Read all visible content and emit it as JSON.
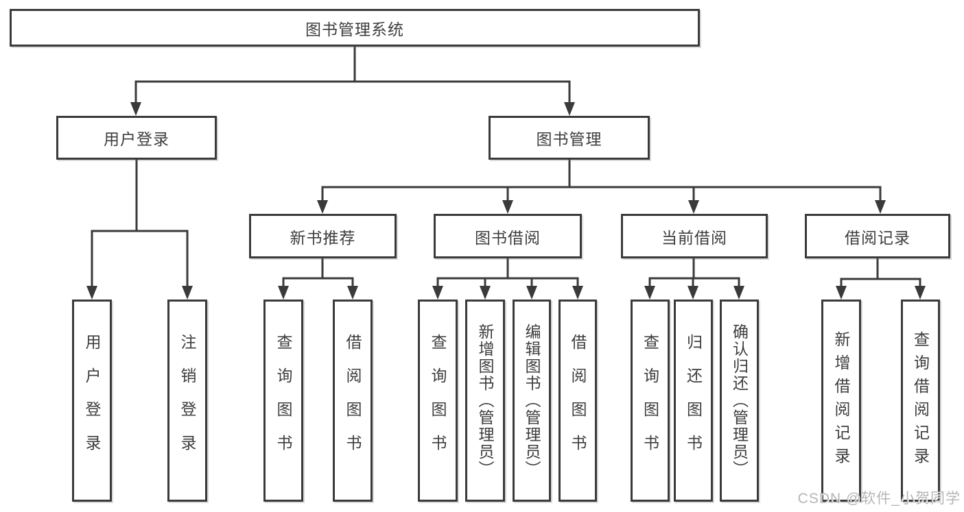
{
  "tree": {
    "label": "图书管理系统",
    "children": [
      {
        "label": "用户登录",
        "children": [
          {
            "label": "用户登录"
          },
          {
            "label": "注销登录"
          }
        ]
      },
      {
        "label": "图书管理",
        "children": [
          {
            "label": "新书推荐",
            "children": [
              {
                "label": "查询图书"
              },
              {
                "label": "借阅图书"
              }
            ]
          },
          {
            "label": "图书借阅",
            "children": [
              {
                "label": "查询图书"
              },
              {
                "label": "新增图书（管理员）"
              },
              {
                "label": "编辑图书（管理员）"
              },
              {
                "label": "借阅图书"
              }
            ]
          },
          {
            "label": "当前借阅",
            "children": [
              {
                "label": "查询图书"
              },
              {
                "label": "归还图书"
              },
              {
                "label": "确认归还（管理员）"
              }
            ]
          },
          {
            "label": "借阅记录",
            "children": [
              {
                "label": "新增借阅记录"
              },
              {
                "label": "查询借阅记录"
              }
            ]
          }
        ]
      }
    ]
  },
  "watermark": {
    "text": "CSDN @软件_小贺同学"
  },
  "colors": {
    "line": "#3a3a3a",
    "border": "#3a3a3a",
    "text": "#3d3d3d",
    "watermark": "#b5b5b5",
    "background": "#ffffff"
  }
}
